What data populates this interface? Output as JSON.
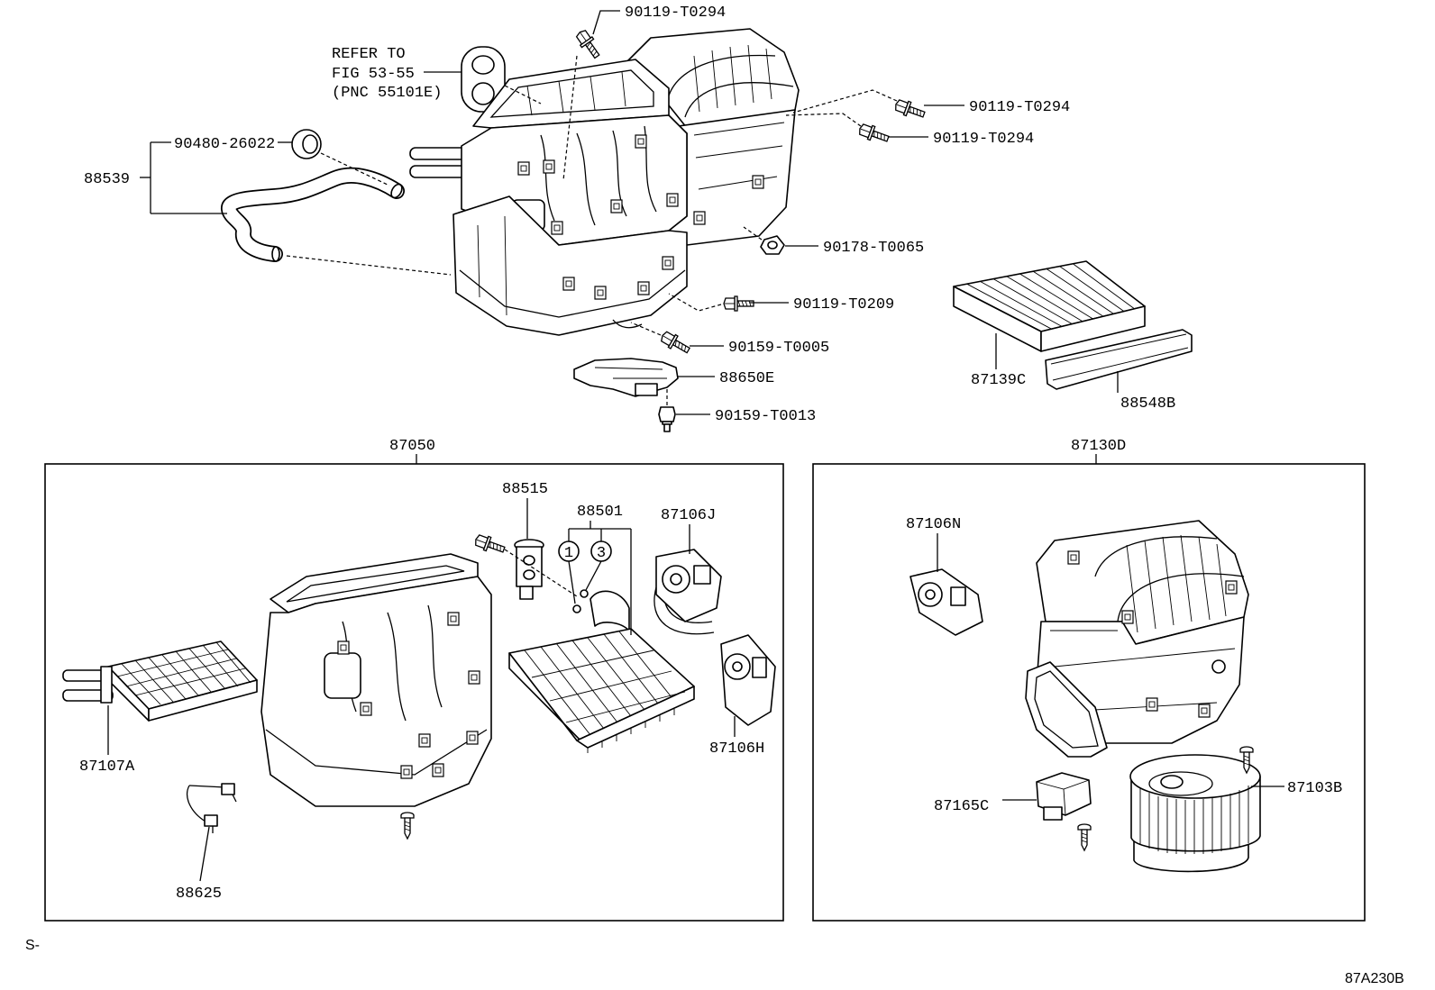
{
  "diagram_code": "87A230B",
  "page_marker": "S-",
  "labels": {
    "bolt_top": "90119-T0294",
    "refer_line1": "REFER TO",
    "refer_line2": "FIG 53-55",
    "refer_line3": "(PNC 55101E)",
    "bolt_right_upper": "90119-T0294",
    "bolt_right_lower": "90119-T0294",
    "grommet": "90480-26022",
    "hose": "88539",
    "nut": "90178-T0065",
    "bolt_mid": "90119-T0209",
    "bolt_lower": "90159-T0005",
    "bracket": "88650E",
    "bolt_bottom": "90159-T0013",
    "filter": "87139C",
    "filter_cover": "88548B",
    "unit_left": "87050",
    "unit_right": "87130D",
    "valve": "88515",
    "evaporator": "88501",
    "circle_1": "1",
    "circle_3": "3",
    "servo_j": "87106J",
    "core": "87107A",
    "servo_h": "87106H",
    "sensor": "88625",
    "servo_n": "87106N",
    "motor": "87103B",
    "resistor": "87165C"
  }
}
